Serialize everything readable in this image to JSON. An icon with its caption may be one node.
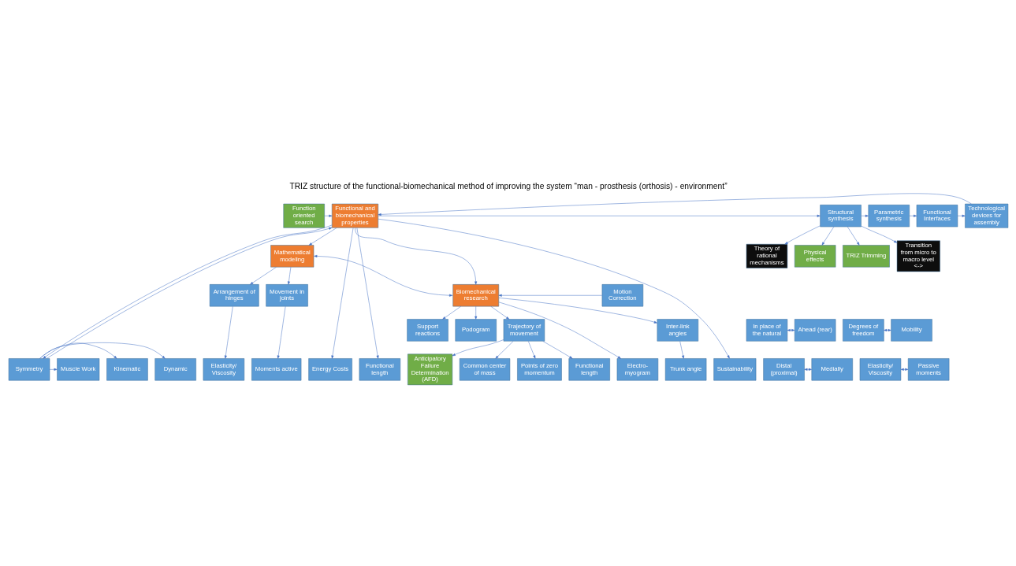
{
  "diagram": {
    "title": "TRIZ structure of the functional-biomechanical method of improving the system “man - prosthesis (orthosis) - environment”",
    "nodes": [
      {
        "text": [
          "Function oriented search"
        ]
      },
      {
        "text": [
          "Functional and biomechanical properties"
        ]
      },
      {
        "text": [
          "Structural synthesis"
        ]
      },
      {
        "text": [
          "Parametric synthesis"
        ]
      },
      {
        "text": [
          "Functional Interfaces"
        ]
      },
      {
        "text": [
          "Technological devices for assembly"
        ]
      },
      {
        "text": [
          "Mathematical modeling"
        ]
      },
      {
        "text": [
          "TRIZ Trimming"
        ]
      },
      {
        "text": [
          "Transition from micro to macro level <->"
        ]
      },
      {
        "text": [
          "Theory of rational mechanisms"
        ]
      },
      {
        "text": [
          "Physical effects"
        ]
      },
      {
        "text": [
          "Motion Correction"
        ]
      },
      {
        "text": [
          "Biomechanical research"
        ]
      },
      {
        "text": [
          "Arrangement of hinges"
        ]
      },
      {
        "text": [
          "Movement in joints"
        ]
      },
      {
        "text": [
          "In place of the natural"
        ]
      },
      {
        "text": [
          "Ahead (rear)"
        ]
      },
      {
        "text": [
          "Degrees of freedom"
        ]
      },
      {
        "text": [
          "Mobility"
        ]
      },
      {
        "text": [
          "Distal (proximal)"
        ]
      },
      {
        "text": [
          "Medially"
        ]
      },
      {
        "text": [
          "Elasticity/ Viscosity"
        ]
      },
      {
        "text": [
          "Passive moments"
        ]
      },
      {
        "text": [
          "Elasticity/ Viscosity"
        ]
      },
      {
        "text": [
          "Moments active"
        ]
      },
      {
        "text": [
          "Inter-link angles"
        ]
      },
      {
        "text": [
          "Support reactions"
        ]
      },
      {
        "text": [
          "Podogram"
        ]
      },
      {
        "text": [
          "Trajectory of movement"
        ]
      },
      {
        "text": [
          "Trunk angle"
        ]
      },
      {
        "text": [
          "Common center of mass"
        ]
      },
      {
        "text": [
          "Electro- myogram"
        ]
      },
      {
        "text": [
          "Points of zero momentum"
        ]
      },
      {
        "text": [
          "Kinematic"
        ]
      },
      {
        "text": [
          "Dynamic"
        ]
      },
      {
        "text": [
          "Functional length"
        ]
      },
      {
        "text": [
          "Energy Costs"
        ]
      },
      {
        "text": [
          "Functional length"
        ]
      },
      {
        "text": [
          "Sustainability"
        ]
      },
      {
        "text": [
          "Symmetry"
        ]
      },
      {
        "text": [
          "Muscle Work"
        ]
      },
      {
        "text": [
          "Anticipatory Failure Determination (AFD)"
        ]
      }
    ],
    "edges": [
      {
        "from": 0,
        "to": 1,
        "arrow": "to"
      },
      {
        "from": 1,
        "to": 2,
        "arrow": "to"
      },
      {
        "from": 2,
        "to": 3,
        "arrow": "to"
      },
      {
        "from": 3,
        "to": 4,
        "arrow": "to"
      },
      {
        "from": 4,
        "to": 5,
        "arrow": "to"
      },
      {
        "from": 5,
        "to": 1,
        "arrow": "to"
      },
      {
        "from": 1,
        "to": 6,
        "arrow": "to"
      },
      {
        "from": 1,
        "to": 12,
        "arrow": "to"
      },
      {
        "from": 6,
        "to": 12,
        "arrow": "both"
      },
      {
        "from": 2,
        "to": 7,
        "arrow": "to"
      },
      {
        "from": 2,
        "to": 8,
        "arrow": "to"
      },
      {
        "from": 2,
        "to": 9,
        "arrow": "to"
      },
      {
        "from": 2,
        "to": 10,
        "arrow": "to"
      },
      {
        "from": 11,
        "to": 12,
        "arrow": "to"
      },
      {
        "from": 6,
        "to": 13,
        "arrow": "to"
      },
      {
        "from": 6,
        "to": 14,
        "arrow": "to"
      },
      {
        "from": 13,
        "to": 23,
        "arrow": "to"
      },
      {
        "from": 15,
        "to": 16,
        "arrow": "both"
      },
      {
        "from": 19,
        "to": 20,
        "arrow": "both"
      },
      {
        "from": 14,
        "to": 24,
        "arrow": "to"
      },
      {
        "from": 17,
        "to": 18,
        "arrow": "both"
      },
      {
        "from": 21,
        "to": 22,
        "arrow": "both"
      },
      {
        "from": 1,
        "to": 36,
        "arrow": "to"
      },
      {
        "from": 1,
        "to": 37,
        "arrow": "to"
      },
      {
        "from": 1,
        "to": 38,
        "arrow": "to"
      },
      {
        "from": 1,
        "to": 39,
        "arrow": "to"
      },
      {
        "from": 39,
        "to": 1,
        "arrow": "to"
      },
      {
        "from": 39,
        "to": 33,
        "arrow": "to"
      },
      {
        "from": 39,
        "to": 34,
        "arrow": "to"
      },
      {
        "from": 39,
        "to": 40,
        "arrow": "to"
      },
      {
        "from": 12,
        "to": 25,
        "arrow": "to"
      },
      {
        "from": 12,
        "to": 26,
        "arrow": "to"
      },
      {
        "from": 12,
        "to": 27,
        "arrow": "to"
      },
      {
        "from": 12,
        "to": 28,
        "arrow": "to"
      },
      {
        "from": 12,
        "to": 31,
        "arrow": "to"
      },
      {
        "from": 25,
        "to": 29,
        "arrow": "to"
      },
      {
        "from": 28,
        "to": 30,
        "arrow": "to"
      },
      {
        "from": 28,
        "to": 32,
        "arrow": "to"
      },
      {
        "from": 28,
        "to": 35,
        "arrow": "to"
      },
      {
        "from": 28,
        "to": 41,
        "arrow": "to"
      }
    ]
  }
}
